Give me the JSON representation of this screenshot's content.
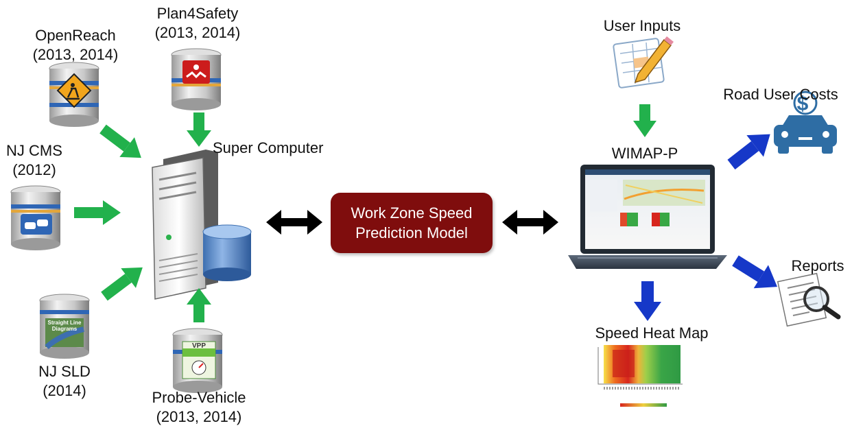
{
  "sources": {
    "openreach": {
      "name": "OpenReach",
      "years": "(2013, 2014)"
    },
    "plan4safety": {
      "name": "Plan4Safety",
      "years": "(2013, 2014)"
    },
    "njcms": {
      "name": "NJ CMS",
      "years": "(2012)"
    },
    "njsld": {
      "name": "NJ SLD",
      "years": "(2014)",
      "icon_text_1": "Straight Line",
      "icon_text_2": "Diagrams"
    },
    "probe": {
      "name": "Probe-Vehicle",
      "years": "(2013, 2014)",
      "icon_text": "VPP"
    }
  },
  "supercomputer": {
    "label": "Super Computer"
  },
  "model": {
    "line1": "Work Zone Speed",
    "line2": "Prediction Model"
  },
  "user_inputs": {
    "label": "User Inputs"
  },
  "wimap": {
    "label": "WIMAP-P"
  },
  "road_user_costs": {
    "label": "Road User Costs",
    "symbol": "$"
  },
  "reports": {
    "label": "Reports"
  },
  "heatmap": {
    "label": "Speed Heat Map"
  },
  "colors": {
    "green_arrow": "#22b14c",
    "blue_arrow": "#1638c8",
    "black_arrow": "#000000",
    "model_box": "#7f0d0d",
    "car_icon": "#2e6da4"
  }
}
